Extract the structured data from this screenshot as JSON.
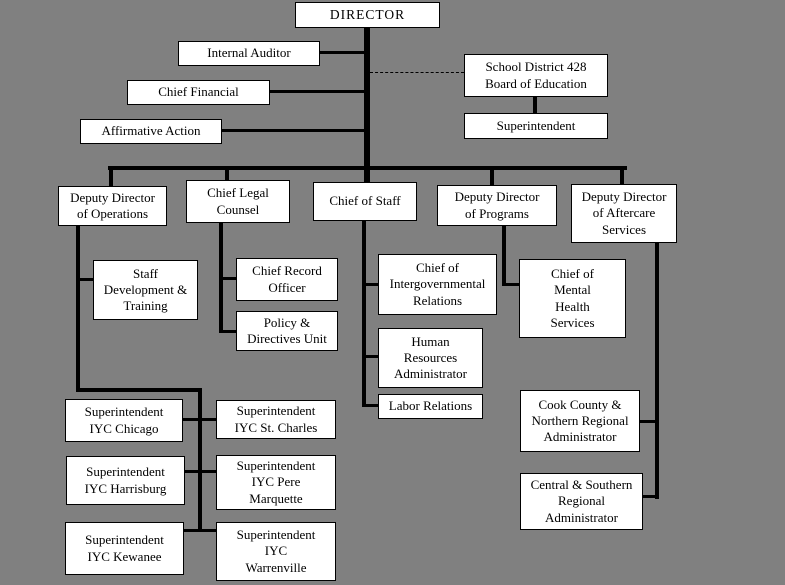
{
  "colors": {
    "background": "#808080",
    "box_fill": "#ffffff",
    "box_border": "#000000",
    "line": "#000000"
  },
  "nodes": {
    "director": {
      "label": "DIRECTOR"
    },
    "internal_auditor": {
      "label": "Internal Auditor"
    },
    "chief_financial": {
      "label": "Chief Financial"
    },
    "affirmative_action": {
      "label": "Affirmative Action"
    },
    "school_district": {
      "label": "School District 428\nBoard of Education"
    },
    "superintendent": {
      "label": "Superintendent"
    },
    "dd_operations": {
      "label": "Deputy Director\nof Operations"
    },
    "chief_legal": {
      "label": "Chief Legal\nCounsel"
    },
    "chief_staff": {
      "label": "Chief of Staff"
    },
    "dd_programs": {
      "label": "Deputy Director\nof Programs"
    },
    "dd_aftercare": {
      "label": "Deputy Director\nof Aftercare\nServices"
    },
    "staff_dev": {
      "label": "Staff\nDevelopment &\nTraining"
    },
    "chief_record": {
      "label": "Chief Record\nOfficer"
    },
    "policy_unit": {
      "label": "Policy &\nDirectives Unit"
    },
    "intergov": {
      "label": "Chief of\nIntergovernmental\nRelations"
    },
    "hr_admin": {
      "label": "Human\nResources\nAdministrator"
    },
    "labor": {
      "label": "Labor Relations"
    },
    "mental_health": {
      "label": "Chief of\nMental\nHealth\nServices"
    },
    "cook_county": {
      "label": "Cook County &\nNorthern Regional\nAdministrator"
    },
    "central_southern": {
      "label": "Central & Southern\nRegional\nAdministrator"
    },
    "iyc_chicago": {
      "label": "Superintendent\nIYC Chicago"
    },
    "iyc_st_charles": {
      "label": "Superintendent\nIYC St. Charles"
    },
    "iyc_harrisburg": {
      "label": "Superintendent\nIYC Harrisburg"
    },
    "iyc_pere_marquette": {
      "label": "Superintendent\nIYC Pere\nMarquette"
    },
    "iyc_kewanee": {
      "label": "Superintendent\nIYC Kewanee"
    },
    "iyc_warrenville": {
      "label": "Superintendent\nIYC\nWarrenville"
    }
  },
  "edges": [
    {
      "from": "director",
      "to": "internal_auditor",
      "style": "solid"
    },
    {
      "from": "director",
      "to": "chief_financial",
      "style": "solid"
    },
    {
      "from": "director",
      "to": "affirmative_action",
      "style": "solid"
    },
    {
      "from": "director",
      "to": "school_district",
      "style": "dashed"
    },
    {
      "from": "school_district",
      "to": "superintendent",
      "style": "solid"
    },
    {
      "from": "director",
      "to": "dd_operations",
      "style": "solid"
    },
    {
      "from": "director",
      "to": "chief_legal",
      "style": "solid"
    },
    {
      "from": "director",
      "to": "chief_staff",
      "style": "solid"
    },
    {
      "from": "director",
      "to": "dd_programs",
      "style": "solid"
    },
    {
      "from": "director",
      "to": "dd_aftercare",
      "style": "solid"
    },
    {
      "from": "dd_operations",
      "to": "staff_dev",
      "style": "solid"
    },
    {
      "from": "dd_operations",
      "to": "iyc_chicago",
      "style": "solid"
    },
    {
      "from": "dd_operations",
      "to": "iyc_st_charles",
      "style": "solid"
    },
    {
      "from": "dd_operations",
      "to": "iyc_harrisburg",
      "style": "solid"
    },
    {
      "from": "dd_operations",
      "to": "iyc_pere_marquette",
      "style": "solid"
    },
    {
      "from": "dd_operations",
      "to": "iyc_kewanee",
      "style": "solid"
    },
    {
      "from": "dd_operations",
      "to": "iyc_warrenville",
      "style": "solid"
    },
    {
      "from": "chief_legal",
      "to": "chief_record",
      "style": "solid"
    },
    {
      "from": "chief_legal",
      "to": "policy_unit",
      "style": "solid"
    },
    {
      "from": "chief_staff",
      "to": "intergov",
      "style": "solid"
    },
    {
      "from": "chief_staff",
      "to": "hr_admin",
      "style": "solid"
    },
    {
      "from": "chief_staff",
      "to": "labor",
      "style": "solid"
    },
    {
      "from": "dd_programs",
      "to": "mental_health",
      "style": "solid"
    },
    {
      "from": "dd_aftercare",
      "to": "cook_county",
      "style": "solid"
    },
    {
      "from": "dd_aftercare",
      "to": "central_southern",
      "style": "solid"
    }
  ]
}
